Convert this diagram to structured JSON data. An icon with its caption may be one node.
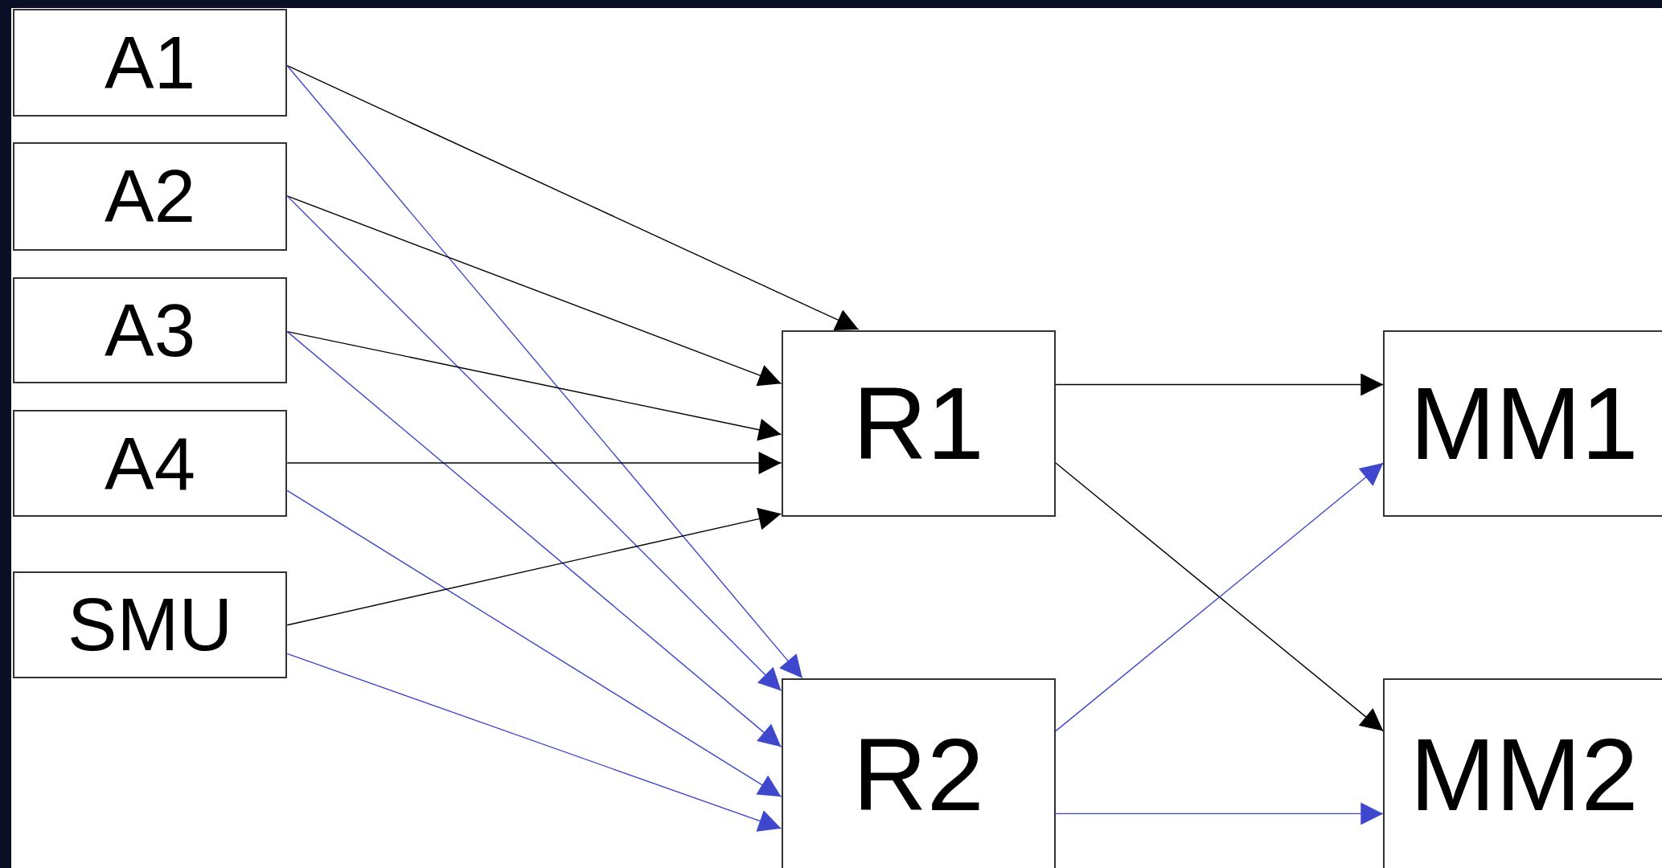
{
  "diagram": {
    "nodes": [
      {
        "text": [
          "A1"
        ]
      },
      {
        "text": [
          "A2"
        ]
      },
      {
        "text": [
          "A3"
        ]
      },
      {
        "text": [
          "A4"
        ]
      },
      {
        "text": [
          "SMU"
        ]
      },
      {
        "text": [
          "R1"
        ]
      },
      {
        "text": [
          "R2"
        ]
      },
      {
        "text": [
          "MM1"
        ]
      },
      {
        "text": [
          "MM2"
        ]
      }
    ],
    "edges": [
      {
        "from": 0,
        "to": 5,
        "arrow": "to"
      },
      {
        "from": 0,
        "to": 6,
        "arrow": "to",
        "color": "#3f48cc"
      },
      {
        "from": 1,
        "to": 5,
        "arrow": "to"
      },
      {
        "from": 1,
        "to": 6,
        "arrow": "to",
        "color": "#3f48cc"
      },
      {
        "from": 2,
        "to": 5,
        "arrow": "to"
      },
      {
        "from": 2,
        "to": 6,
        "arrow": "to",
        "color": "#3f48cc"
      },
      {
        "from": 3,
        "to": 5,
        "arrow": "to"
      },
      {
        "from": 3,
        "to": 6,
        "arrow": "to",
        "color": "#3f48cc"
      },
      {
        "from": 4,
        "to": 5,
        "arrow": "to"
      },
      {
        "from": 4,
        "to": 6,
        "arrow": "to",
        "color": "#3f48cc"
      },
      {
        "from": 5,
        "to": 7,
        "arrow": "to"
      },
      {
        "from": 5,
        "to": 8,
        "arrow": "to"
      },
      {
        "from": 6,
        "to": 7,
        "arrow": "to",
        "color": "#3f48cc"
      },
      {
        "from": 6,
        "to": 8,
        "arrow": "to",
        "color": "#3f48cc"
      }
    ]
  }
}
